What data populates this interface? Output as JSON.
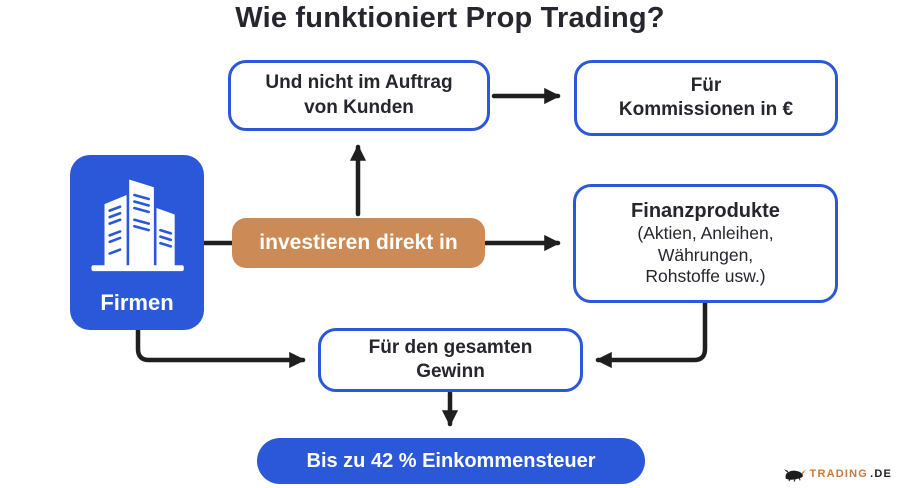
{
  "title": "Wie funktioniert Prop Trading?",
  "colors": {
    "blue": "#2b58d9",
    "orange": "#cb8a56",
    "dark_text": "#26262e",
    "arrow": "#1f1f1f",
    "logo_orange": "#c87a3c",
    "white": "#ffffff"
  },
  "nodes": {
    "firmen": {
      "label": "Firmen",
      "icon": "buildings-icon"
    },
    "invest": {
      "label": "investieren direkt in"
    },
    "not_clients": {
      "lines": [
        "Und nicht im Auftrag",
        "von Kunden"
      ]
    },
    "commissions": {
      "lines": [
        "Für",
        "Kommissionen in €"
      ]
    },
    "finanzprodukte": {
      "title": "Finanzprodukte",
      "lines": [
        "(Aktien, Anleihen,",
        "Währungen,",
        "Rohstoffe usw.)"
      ]
    },
    "gewinn": {
      "lines": [
        "Für den gesamten",
        "Gewinn"
      ]
    },
    "tax": {
      "label": "Bis zu 42 % Einkommensteuer"
    }
  },
  "logo": {
    "brand": "TRADING",
    "tld": ".DE",
    "icon": "bull-icon"
  }
}
